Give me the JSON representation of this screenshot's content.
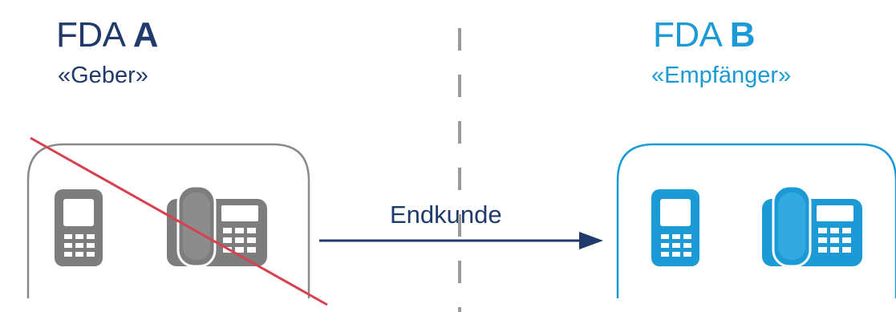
{
  "provider_a": {
    "label_prefix": "FDA ",
    "letter": "A",
    "role": "«Geber»",
    "color": "#1f3a6b",
    "device_color": "#7d7d7d"
  },
  "provider_b": {
    "label_prefix": "FDA ",
    "letter": "B",
    "role": "«Empfänger»",
    "color": "#1b9ad6"
  },
  "transfer": {
    "label": "Endkunde",
    "color": "#1f3a6b"
  },
  "cross_out_color": "#d8404f",
  "divider_color": "#9a9a9a"
}
